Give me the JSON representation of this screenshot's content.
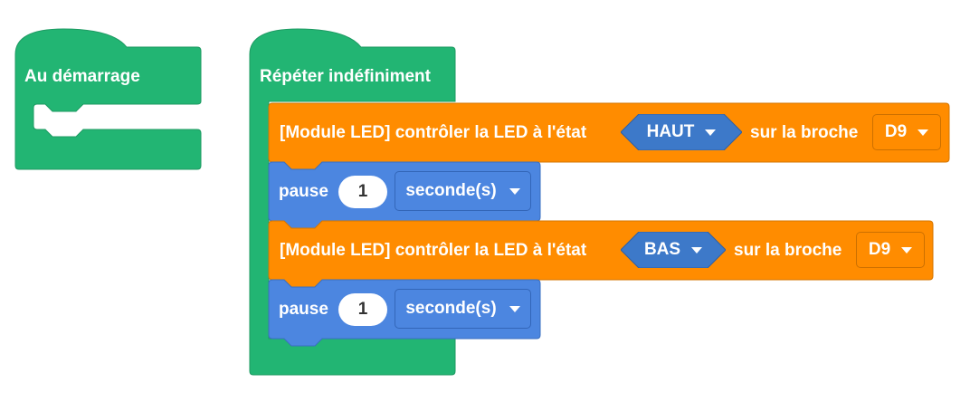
{
  "workspace": {
    "start_block": {
      "label": "Au démarrage"
    },
    "loop_block": {
      "label": "Répéter indéfiniment"
    },
    "statements": [
      {
        "type": "led_control",
        "label": "[Module LED] contrôler la LED à l'état",
        "state": "HAUT",
        "pin_label": "sur la broche",
        "pin": "D9"
      },
      {
        "type": "pause",
        "label": "pause",
        "value": "1",
        "unit": "seconde(s)"
      },
      {
        "type": "led_control",
        "label": "[Module LED] contrôler la LED à l'état",
        "state": "BAS",
        "pin_label": "sur la broche",
        "pin": "D9"
      },
      {
        "type": "pause",
        "label": "pause",
        "value": "1",
        "unit": "seconde(s)"
      }
    ]
  },
  "colors": {
    "event_block": "#22b573",
    "led_block": "#ff8c00",
    "pause_block": "#4c86e0",
    "state_dropdown": "#3d79c9"
  },
  "icons": {
    "dropdown_caret": "caret-down-icon"
  }
}
